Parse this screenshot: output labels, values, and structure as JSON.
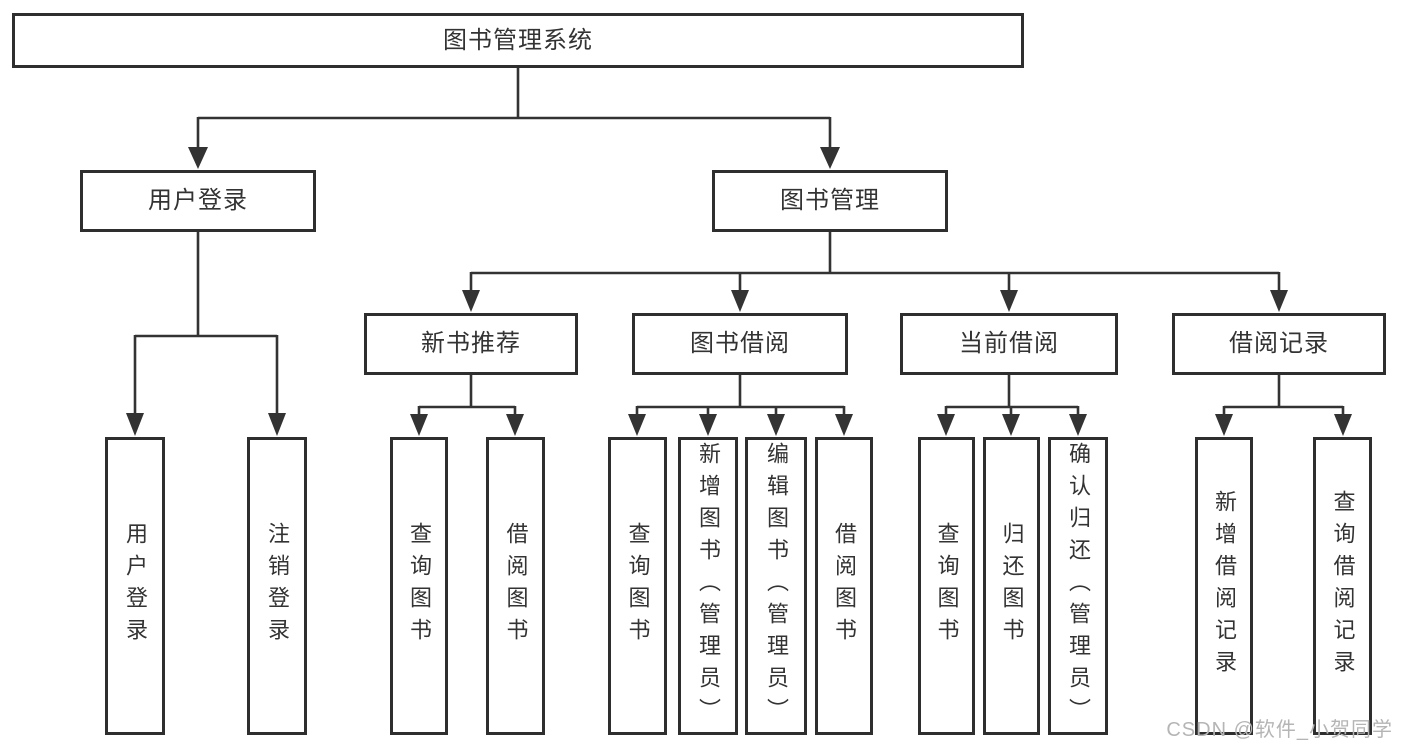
{
  "tree": {
    "label": "图书管理系统",
    "children": [
      {
        "label": "用户登录",
        "children": [
          {
            "label": "用户登录"
          },
          {
            "label": "注销登录"
          }
        ]
      },
      {
        "label": "图书管理",
        "children": [
          {
            "label": "新书推荐",
            "children": [
              {
                "label": "查询图书"
              },
              {
                "label": "借阅图书"
              }
            ]
          },
          {
            "label": "图书借阅",
            "children": [
              {
                "label": "查询图书"
              },
              {
                "label": "新增图书（管理员）"
              },
              {
                "label": "编辑图书（管理员）"
              },
              {
                "label": "借阅图书"
              }
            ]
          },
          {
            "label": "当前借阅",
            "children": [
              {
                "label": "查询图书"
              },
              {
                "label": "归还图书"
              },
              {
                "label": "确认归还（管理员）"
              }
            ]
          },
          {
            "label": "借阅记录",
            "children": [
              {
                "label": "新增借阅记录"
              },
              {
                "label": "查询借阅记录"
              }
            ]
          }
        ]
      }
    ]
  },
  "watermark": {
    "text": "CSDN @软件_小贺同学"
  },
  "colors": {
    "line": "#333333",
    "border": "#2e2e2e",
    "fill": "#ffffff",
    "text": "#333333",
    "watermark": "#b5b5b5",
    "background": "#ffffff"
  }
}
